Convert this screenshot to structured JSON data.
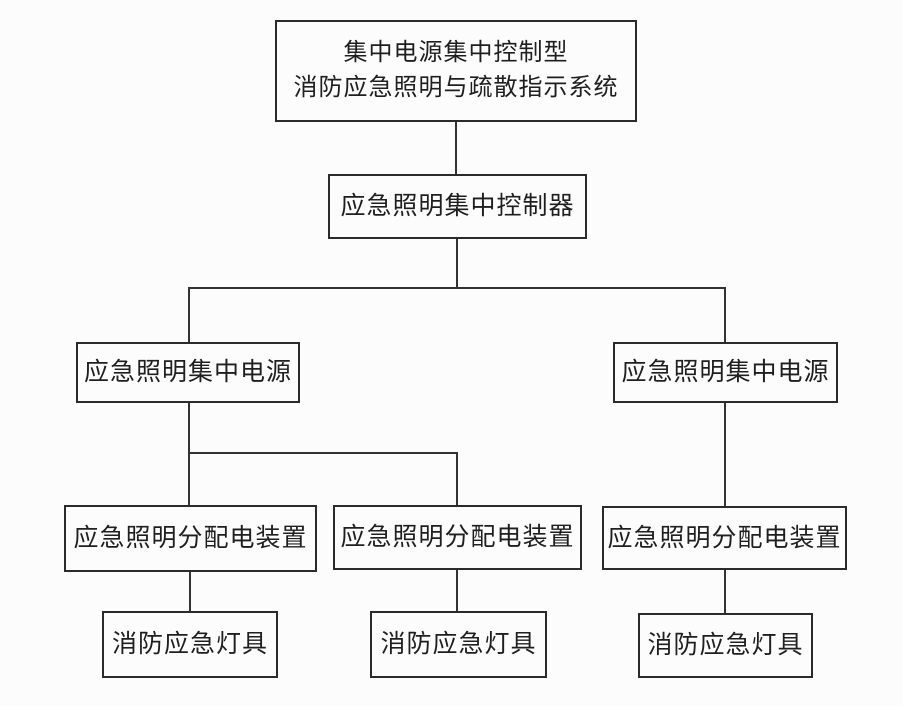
{
  "diagram": {
    "type": "flowchart",
    "description": "Hierarchy diagram of a centralized-power centralized-control fire emergency lighting and evacuation indication system",
    "colors": {
      "background": "#fcfcfc",
      "box_border": "#2b2b2b",
      "connector_line": "#333333",
      "text": "#1f1f1f"
    },
    "nodes": {
      "root": {
        "label": "集中电源集中控制型\n消防应急照明与疏散指示系统"
      },
      "controller": {
        "label": "应急照明集中控制器"
      },
      "power_left": {
        "label": "应急照明集中电源"
      },
      "power_right": {
        "label": "应急照明集中电源"
      },
      "dist_left": {
        "label": "应急照明分配电装置"
      },
      "dist_middle": {
        "label": "应急照明分配电装置"
      },
      "dist_right": {
        "label": "应急照明分配电装置"
      },
      "lamp_left": {
        "label": "消防应急灯具"
      },
      "lamp_middle": {
        "label": "消防应急灯具"
      },
      "lamp_right": {
        "label": "消防应急灯具"
      }
    },
    "edges": [
      [
        "root",
        "controller"
      ],
      [
        "controller",
        "power_left"
      ],
      [
        "controller",
        "power_right"
      ],
      [
        "power_left",
        "dist_left"
      ],
      [
        "power_left",
        "dist_middle"
      ],
      [
        "power_right",
        "dist_right"
      ],
      [
        "dist_left",
        "lamp_left"
      ],
      [
        "dist_middle",
        "lamp_middle"
      ],
      [
        "dist_right",
        "lamp_right"
      ]
    ]
  }
}
